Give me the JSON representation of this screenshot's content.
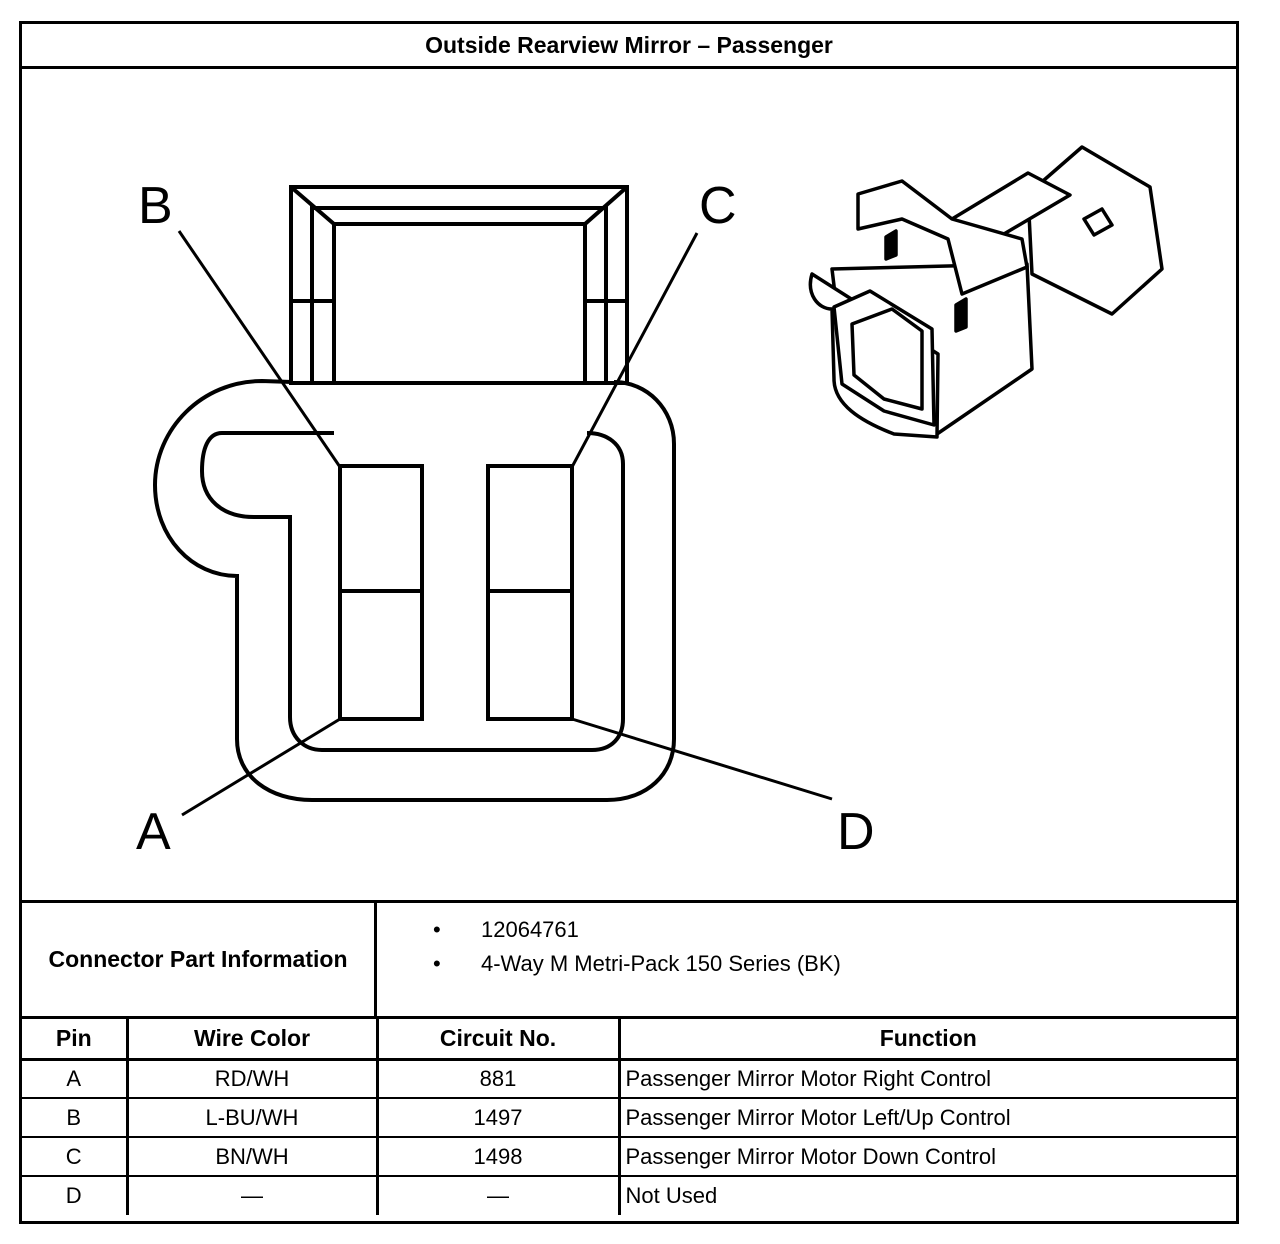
{
  "title": "Outside Rearview Mirror – Passenger",
  "diagram": {
    "pin_callouts": [
      "A",
      "B",
      "C",
      "D"
    ]
  },
  "connector_info": {
    "label": "Connector Part Information",
    "items": [
      "12064761",
      "4-Way M Metri-Pack 150 Series (BK)"
    ]
  },
  "pin_table": {
    "headers": [
      "Pin",
      "Wire Color",
      "Circuit No.",
      "Function"
    ],
    "rows": [
      {
        "pin": "A",
        "wire": "RD/WH",
        "circuit": "881",
        "function": "Passenger Mirror Motor Right Control"
      },
      {
        "pin": "B",
        "wire": "L-BU/WH",
        "circuit": "1497",
        "function": "Passenger Mirror Motor Left/Up Control"
      },
      {
        "pin": "C",
        "wire": "BN/WH",
        "circuit": "1498",
        "function": "Passenger Mirror Motor Down Control"
      },
      {
        "pin": "D",
        "wire": "—",
        "circuit": "—",
        "function": "Not Used"
      }
    ]
  }
}
